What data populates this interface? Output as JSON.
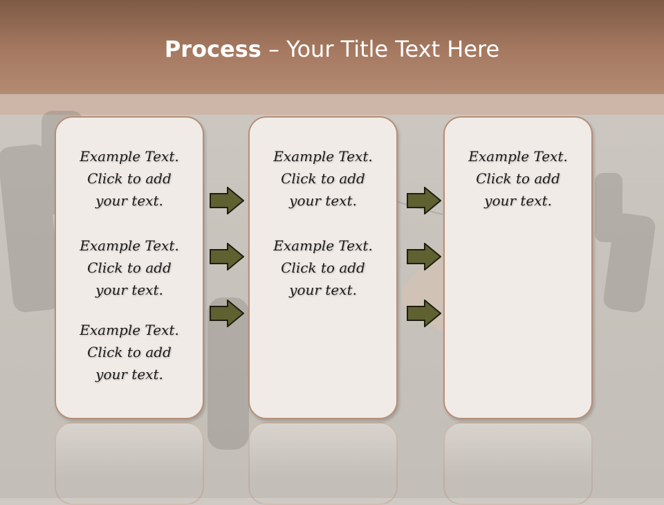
{
  "title": {
    "bold": "Process",
    "rest": " – Your Title Text Here"
  },
  "boxes": [
    {
      "blocks": [
        {
          "line1": "Example Text.",
          "line2": "Click  to add",
          "line3": "your text."
        },
        {
          "line1": "Example Text.",
          "line2": "Click  to add",
          "line3": "your text."
        },
        {
          "line1": "Example Text.",
          "line2": "Click  to add",
          "line3": "your text."
        }
      ]
    },
    {
      "blocks": [
        {
          "line1": "Example Text.",
          "line2": "Click  to add",
          "line3": "your text."
        },
        {
          "line1": "Example Text.",
          "line2": "Click  to add",
          "line3": "your text."
        }
      ]
    },
    {
      "blocks": [
        {
          "line1": "Example Text.",
          "line2": "Click  to add",
          "line3": "your text."
        }
      ]
    }
  ],
  "colors": {
    "header": "#a67a61",
    "box_fill": "#f1ebe7",
    "box_border": "#b68f78",
    "arrow_fill": "#5f6131",
    "arrow_stroke": "#1e1f10"
  }
}
